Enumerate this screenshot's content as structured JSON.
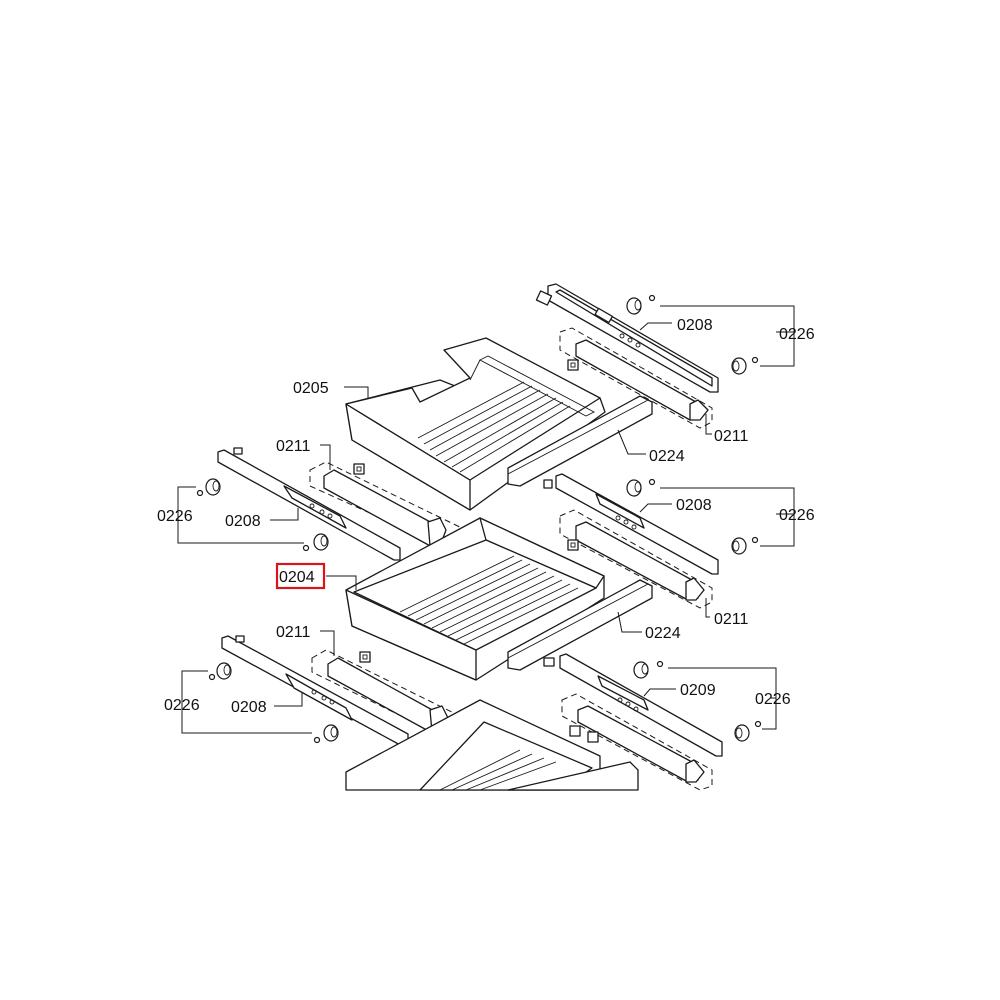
{
  "diagram": {
    "type": "exploded-parts-diagram",
    "highlight_color": "#d9141b",
    "labels": {
      "tray_upper": "0205",
      "tray_middle": "0204",
      "rail_upper_right": "0208",
      "rail_middle_right": "0208",
      "rail_lower_right": "0209",
      "rail_upper_left": "0208",
      "rail_lower_left": "0208",
      "guide_upper_right": "0211",
      "guide_middle_right": "0211",
      "guide_upper_left": "0211",
      "guide_lower_left": "0211",
      "handle_upper": "0224",
      "handle_middle": "0224",
      "roller_upper_right": "0226",
      "roller_middle_right": "0226",
      "roller_lower_right": "0226",
      "roller_upper_left": "0226",
      "roller_lower_left": "0226"
    },
    "highlighted_part": "0204"
  }
}
